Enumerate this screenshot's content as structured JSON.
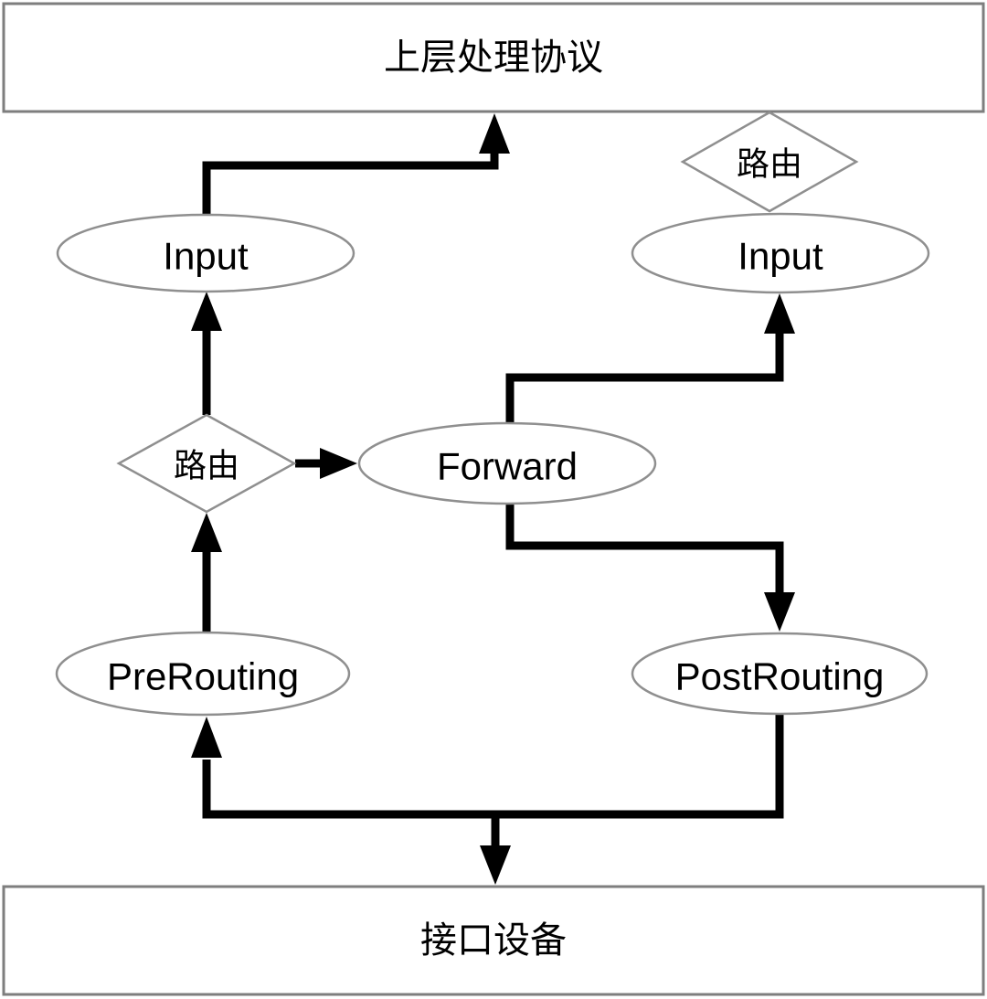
{
  "diagram": {
    "background": "#ffffff",
    "colors": {
      "box_border": "#7e7e7e",
      "node_border": "#8f8f8f",
      "arrow": "#000000",
      "text": "#000000"
    },
    "top_box": {
      "label": "上层处理协议"
    },
    "bottom_box": {
      "label": "接口设备"
    },
    "nodes": {
      "input_left": {
        "label": "Input",
        "shape": "ellipse"
      },
      "input_right": {
        "label": "Input",
        "shape": "ellipse"
      },
      "forward": {
        "label": "Forward",
        "shape": "ellipse"
      },
      "prerouting": {
        "label": "PreRouting",
        "shape": "ellipse"
      },
      "postrouting": {
        "label": "PostRouting",
        "shape": "ellipse"
      },
      "route_top": {
        "label": "路由",
        "shape": "diamond"
      },
      "route_middle": {
        "label": "路由",
        "shape": "diamond"
      }
    },
    "edges": [
      {
        "from": "input_left",
        "to": "top_box"
      },
      {
        "from": "prerouting",
        "to": "route_middle"
      },
      {
        "from": "route_middle",
        "to": "input_left"
      },
      {
        "from": "route_middle",
        "to": "forward"
      },
      {
        "from": "forward",
        "to": "input_right"
      },
      {
        "from": "forward",
        "to": "postrouting"
      },
      {
        "from": "postrouting",
        "to": "bottom_box"
      },
      {
        "from": "bottom_box",
        "to": "prerouting"
      }
    ]
  }
}
